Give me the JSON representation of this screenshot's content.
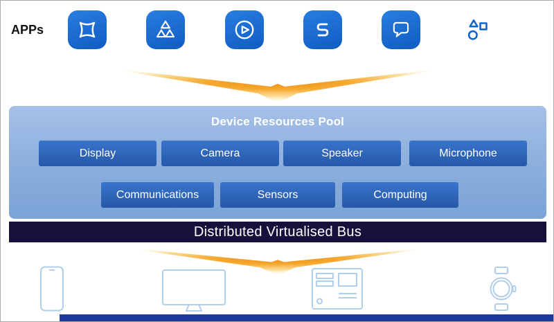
{
  "header": {
    "apps_label": "APPs"
  },
  "app_icons": [
    {
      "name": "gallery-app-icon"
    },
    {
      "name": "triangles-app-icon"
    },
    {
      "name": "video-play-app-icon"
    },
    {
      "name": "services-app-icon"
    },
    {
      "name": "chat-app-icon"
    },
    {
      "name": "shapes-app-icon"
    }
  ],
  "pool": {
    "title": "Device Resources Pool",
    "row1": [
      "Display",
      "Camera",
      "Speaker",
      "Microphone"
    ],
    "row2": [
      "Communications",
      "Sensors",
      "Computing"
    ]
  },
  "bus": {
    "label": "Distributed Virtualised Bus"
  },
  "devices": [
    "phone",
    "monitor",
    "desktop-tower",
    "smartwatch"
  ],
  "colors": {
    "app_tile": "#0f5cc2",
    "pool_bg": "#8fb1de",
    "resource_box": "#2558a9",
    "bus_bar": "#190f3d",
    "funnel_orange": "#ef8d15",
    "device_outline": "#b0cdec",
    "bottom_bar": "#1b3a9c"
  }
}
